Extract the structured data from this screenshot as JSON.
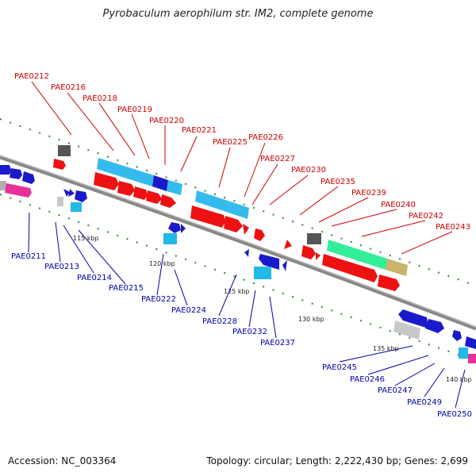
{
  "title": "Pyrobaculum aerophilum str. IM2, complete genome",
  "accession": "Accession: NC_003364",
  "summary": "Topology: circular; Length: 2,222,430 bp; Genes: 2,699",
  "colors": {
    "forward_label": "#cc0000",
    "reverse_label": "#0000aa",
    "backbone": "#888888",
    "tick": "#2a8a2a"
  },
  "ticks": [
    "115 kbp",
    "120 kbp",
    "125 kbp",
    "130 kbp",
    "135 kbp",
    "140 kbp"
  ],
  "forward_genes": [
    "PAE0212",
    "PAE0216",
    "PAE0218",
    "PAE0219",
    "PAE0220",
    "PAE0221",
    "PAE0225",
    "PAE0226",
    "PAE0227",
    "PAE0230",
    "PAE0235",
    "PAE0239",
    "PAE0240",
    "PAE0242",
    "PAE0243"
  ],
  "reverse_genes": [
    "PAE0211",
    "PAE0213",
    "PAE0214",
    "PAE0215",
    "PAE0222",
    "PAE0224",
    "PAE0228",
    "PAE0232",
    "PAE0237",
    "PAE0245",
    "PAE0246",
    "PAE0247",
    "PAE0249",
    "PAE0250"
  ]
}
